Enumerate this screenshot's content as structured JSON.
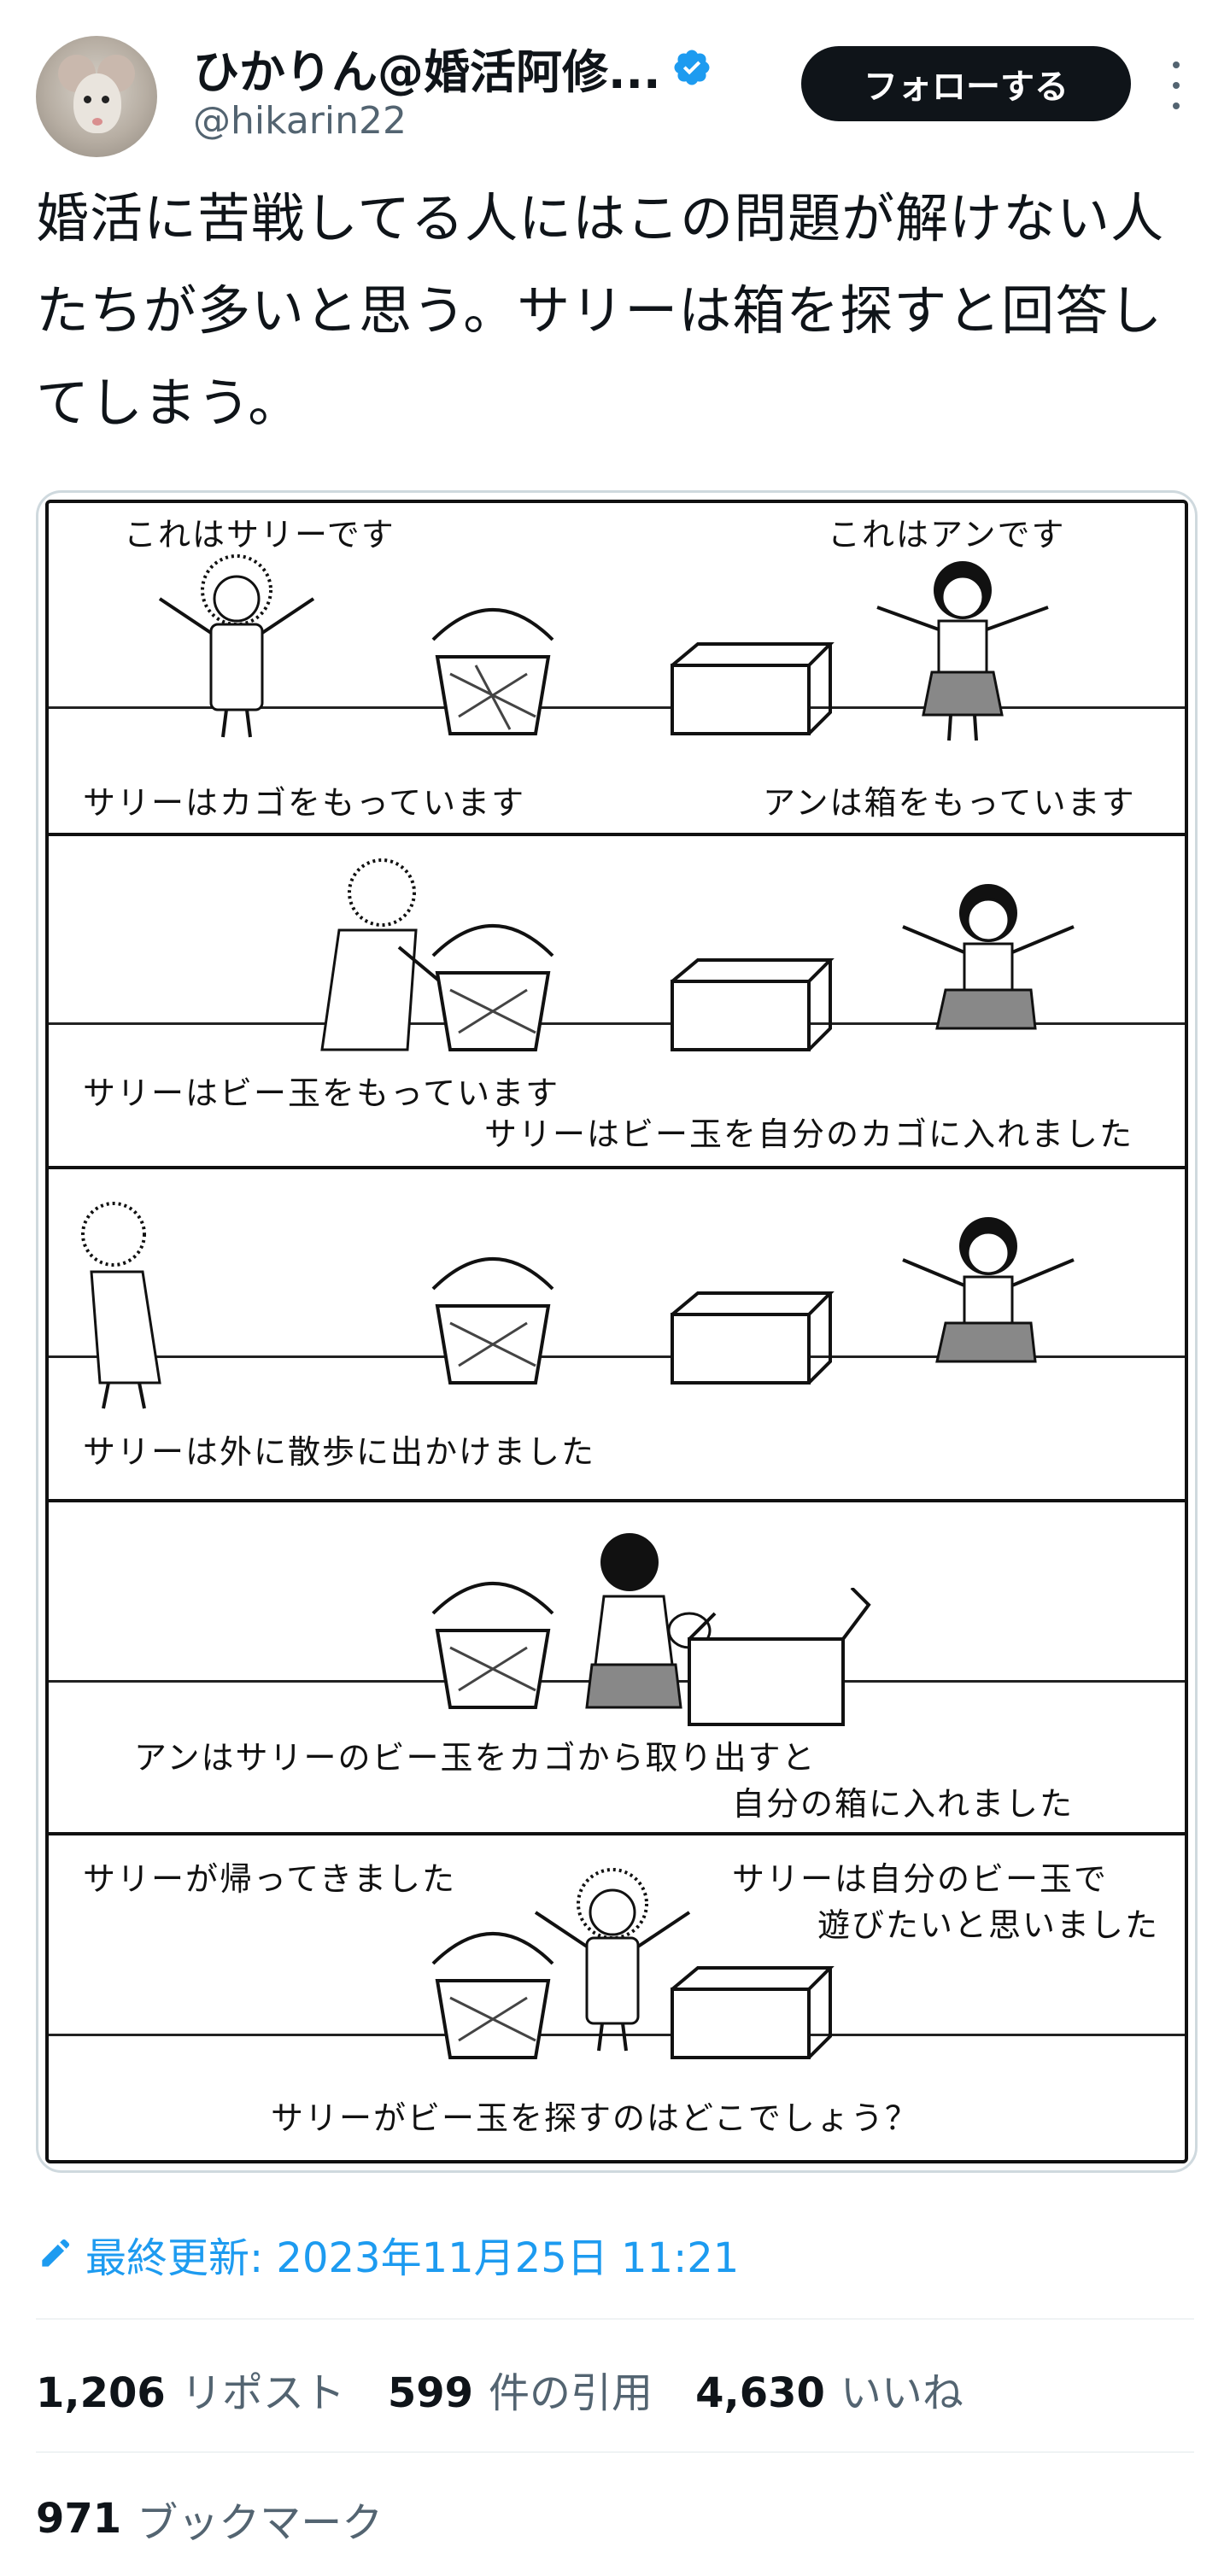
{
  "author": {
    "display_name": "ひかりん@婚活阿修...",
    "handle": "@hikarin22",
    "verified": true
  },
  "follow_label": "フォローする",
  "tweet_text": "婚活に苦戦してる人にはこの問題が解けない人たちが多いと思う。サリーは箱を探すと回答してしまう。",
  "comic": {
    "panels": [
      {
        "captions": [
          "これはサリーです",
          "これはアンです",
          "サリーはカゴをもっています",
          "アンは箱をもっています"
        ]
      },
      {
        "captions": [
          "サリーはビー玉をもっています",
          "サリーはビー玉を自分のカゴに入れました"
        ]
      },
      {
        "captions": [
          "サリーは外に散歩に出かけました"
        ]
      },
      {
        "captions": [
          "アンはサリーのビー玉をカゴから取り出すと",
          "自分の箱に入れました"
        ]
      },
      {
        "captions": [
          "サリーが帰ってきました",
          "サリーは自分のビー玉で",
          "遊びたいと思いました",
          "サリーがビー玉を探すのはどこでしょう？"
        ]
      }
    ]
  },
  "timestamp": {
    "icon": "edit-icon",
    "label": "最終更新: 2023年11月25日 11:21"
  },
  "stats": {
    "reposts_count": "1,206",
    "reposts_label": "リポスト",
    "quotes_count": "599",
    "quotes_label": "件の引用",
    "likes_count": "4,630",
    "likes_label": "いいね",
    "bookmarks_count": "971",
    "bookmarks_label": "ブックマーク"
  },
  "colors": {
    "accent": "#1d9bf0",
    "text": "#0f1419",
    "muted": "#536471",
    "divider": "#eff3f4"
  }
}
